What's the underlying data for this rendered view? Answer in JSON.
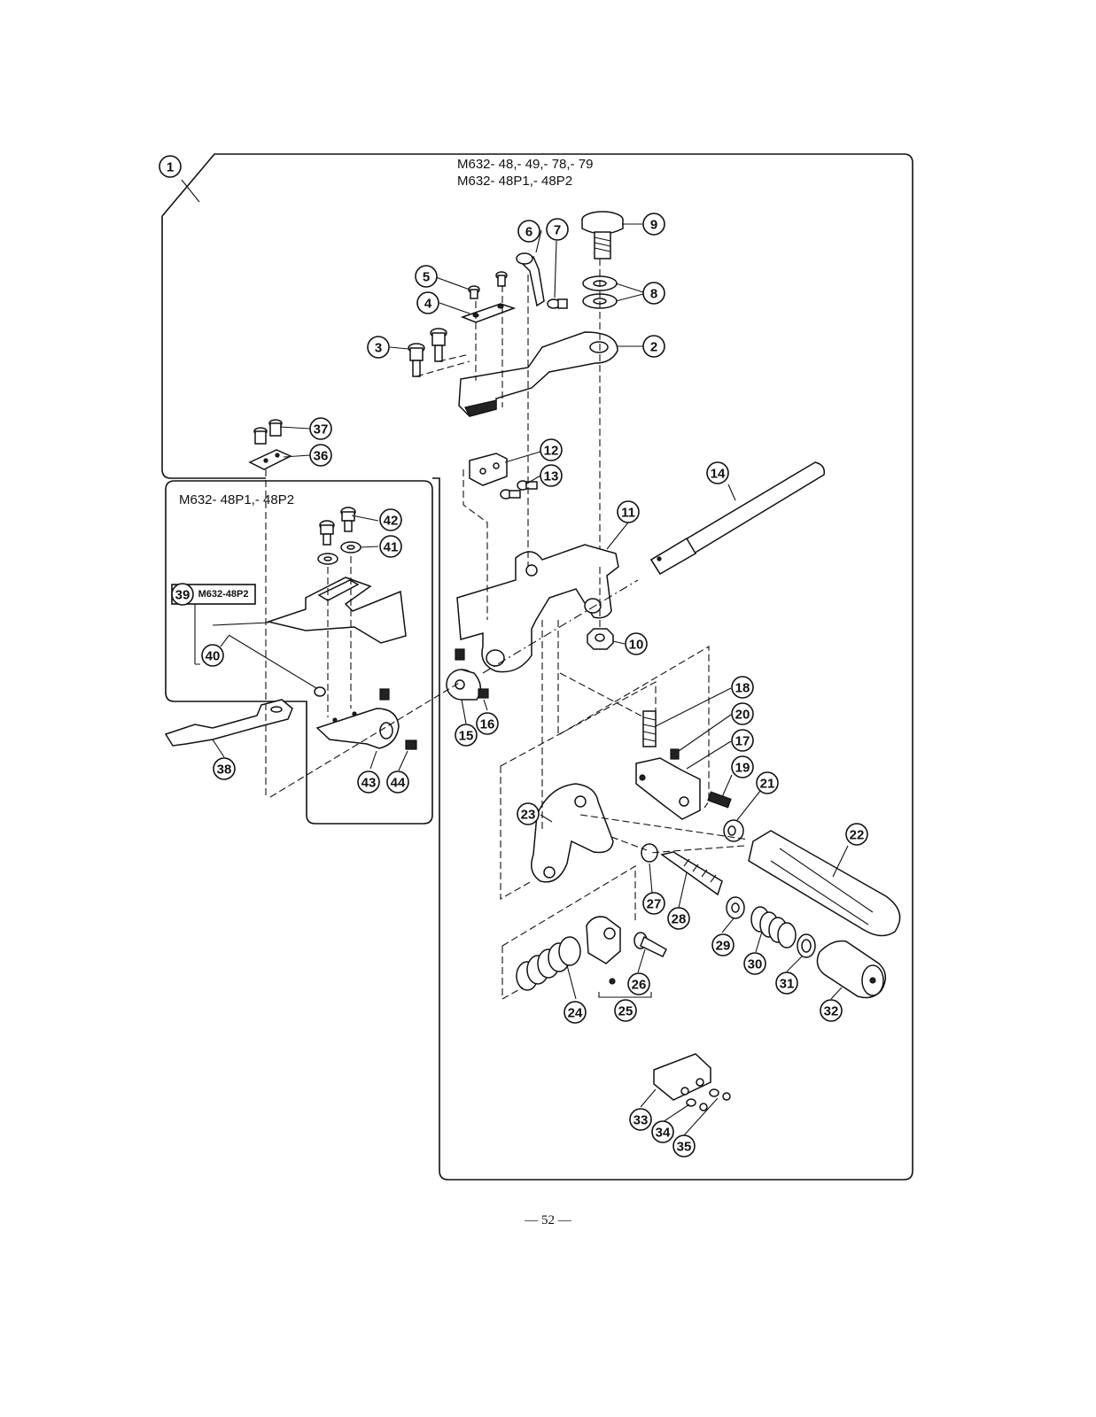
{
  "header": {
    "models_line1": "M632- 48,- 49,- 78,- 79",
    "models_line2": "M632- 48P1,- 48P2"
  },
  "inset": {
    "models": "M632- 48P1,- 48P2"
  },
  "callout_39_note": "M632-48P2",
  "callouts": [
    "1",
    "2",
    "3",
    "4",
    "5",
    "6",
    "7",
    "8",
    "9",
    "10",
    "11",
    "12",
    "13",
    "14",
    "15",
    "16",
    "17",
    "18",
    "19",
    "20",
    "21",
    "22",
    "23",
    "24",
    "25",
    "26",
    "27",
    "28",
    "29",
    "30",
    "31",
    "32",
    "33",
    "34",
    "35",
    "36",
    "37",
    "38",
    "39",
    "40",
    "41",
    "42",
    "43",
    "44"
  ],
  "footer": {
    "page_number": "— 52 —"
  }
}
